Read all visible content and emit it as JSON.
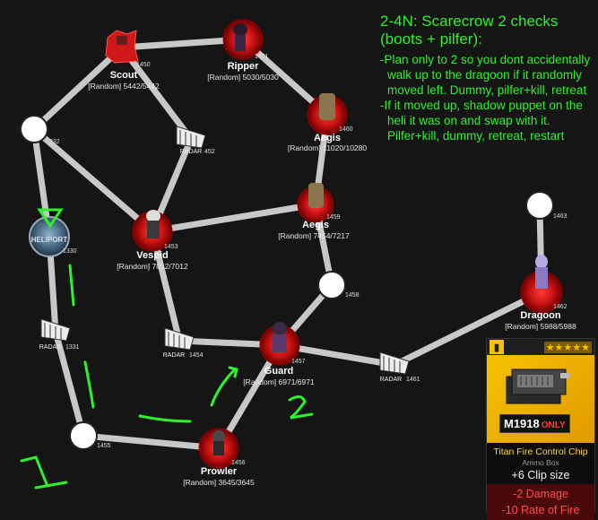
{
  "notes": {
    "title": "2-4N: Scarecrow 2 checks",
    "subtitle": "(boots + pilfer):",
    "lines": [
      "-Plan only to 2 so you dont accidentally",
      "walk up to the dragoon if it randomly",
      "moved left. Dummy, pilfer+kill, retreat",
      "-If it moved up, shadow puppet on the",
      "heli it was on and swap with it.",
      "Pilfer+kill, dummy, retreat, restart"
    ]
  },
  "nodes": [
    {
      "id": "scout",
      "type": "enemy_icon",
      "num": "1450",
      "name": "Scout",
      "hp": "[Random] 5442/5442"
    },
    {
      "id": "ripper",
      "type": "enemy",
      "num": "1451",
      "name": "Ripper",
      "hp": "[Random] 5030/5030"
    },
    {
      "id": "n332",
      "type": "empty",
      "num": "332"
    },
    {
      "id": "radar452",
      "type": "radar",
      "num": "452",
      "tag": "RADAR"
    },
    {
      "id": "aegis1",
      "type": "enemy",
      "num": "1460",
      "name": "Aegis",
      "hp": "[Random] 11020/10280"
    },
    {
      "id": "aegis2",
      "type": "enemy",
      "num": "1459",
      "name": "Aegis",
      "hp": "[Random] 7454/7217"
    },
    {
      "id": "n1463",
      "type": "empty",
      "num": "1463"
    },
    {
      "id": "hq",
      "type": "hq",
      "num": "1330",
      "tag": "HELIPORT"
    },
    {
      "id": "vespid",
      "type": "enemy",
      "num": "1453",
      "name": "Vespid",
      "hp": "[Random] 7012/7012"
    },
    {
      "id": "n1458",
      "type": "empty",
      "num": "1458"
    },
    {
      "id": "dragoon",
      "type": "enemy",
      "num": "1462",
      "name": "Dragoon",
      "hp": "[Random] 5988/5988"
    },
    {
      "id": "radar331",
      "type": "radar",
      "num": "1331",
      "tag": "RADAR"
    },
    {
      "id": "radar454",
      "type": "radar",
      "num": "1454",
      "tag": "RADAR"
    },
    {
      "id": "guard",
      "type": "enemy",
      "num": "1457",
      "name": "Guard",
      "hp": "[Random] 6971/6971"
    },
    {
      "id": "radar461",
      "type": "radar",
      "num": "1461",
      "tag": "RADAR"
    },
    {
      "id": "n1455",
      "type": "empty",
      "num": "1455"
    },
    {
      "id": "prowler",
      "type": "enemy",
      "num": "1456",
      "name": "Prowler",
      "hp": "[Random] 3645/3645"
    }
  ],
  "annotations": {
    "step1": "1",
    "step2": "2"
  },
  "equipment": {
    "rarity_stars": "★★★★★",
    "tag_main": "M1918",
    "tag_only": "ONLY",
    "name": "Titan Fire Control Chip",
    "type": "Ammo Box",
    "buff": "+6 Clip size",
    "debuffs": [
      "-2 Damage",
      "-10 Rate of Fire"
    ],
    "accent_color": "#f5c400"
  },
  "colors": {
    "enemy_red": "#d21414",
    "annotation_green": "#2ef02e",
    "path_gray": "#c8c8c8"
  }
}
